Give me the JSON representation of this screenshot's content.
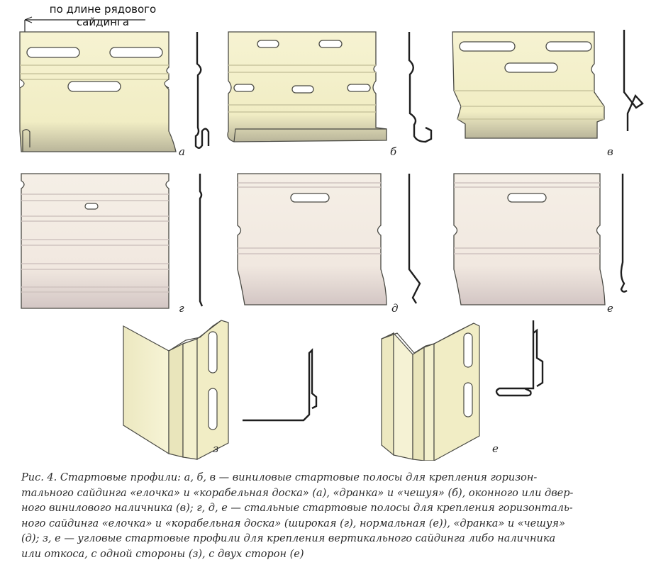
{
  "header_note": {
    "line1": "по длине рядового",
    "line2": "сайдинга"
  },
  "labels": {
    "a": "а",
    "b": "б",
    "v": "в",
    "g": "г",
    "d": "д",
    "e": "е",
    "z": "з",
    "e2": "е"
  },
  "caption": {
    "line1": "Рис. 4. Стартовые профили: а, б, в — виниловые стартовые полосы для крепления горизон-",
    "line2": "тального сайдинга «елочка» и «корабельная доска» (а), «дранка» и «чешуя» (б), оконного или двер-",
    "line3": "ного винилового наличника (в); г, д, е — стальные стартовые полосы для крепления горизонталь-",
    "line4": "ного сайдинга «елочка» и «корабельная доска» (широкая (г), нормальная (е)), «дранка» и «чешуя»",
    "line5": "(д); з, е — угловые стартовые профили для крепления вертикального сайдинга либо наличника",
    "line6": "или откоса, с одной стороны (з), с двух сторон (е)"
  },
  "colors": {
    "vinyl": "#f3f0c8",
    "steel": "#f4ece4",
    "outline": "#4a4a44",
    "profile": "#1e1e1e"
  }
}
